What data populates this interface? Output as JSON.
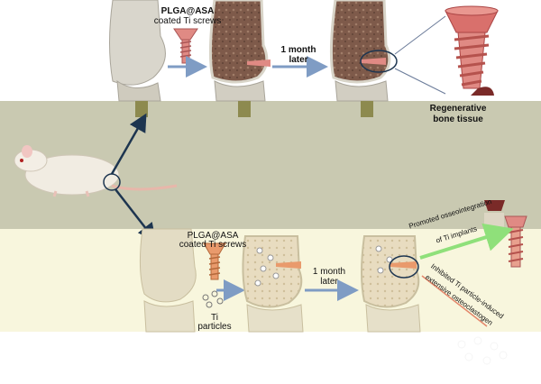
{
  "top_panel": {
    "coating_label_line1": "PLGA@ASA",
    "coating_label_line2": "coated Ti screws",
    "time_label_line1": "1 month",
    "time_label_line2": "later",
    "result_label_line1": "Regenerative",
    "result_label_line2": "bone tissue"
  },
  "bottom_panel": {
    "coating_label_line1": "PLGA@ASA",
    "coating_label_line2": "coated Ti screws",
    "particles_label_line1": "Ti",
    "particles_label_line2": "particles",
    "time_label_line1": "1 month",
    "time_label_line2": "later",
    "osseo_label_line1": "Promoted osseointegration",
    "osseo_label_line2": "of Ti implants",
    "osteoclasto_label_line1": "Inhibited Ti particle-induced",
    "osteoclasto_label_line2": "extensive osteoclastogen"
  },
  "colors": {
    "mid_band": "#c9c9b1",
    "bottom_band": "#f8f6dd",
    "bone_light": "#e3dcc4",
    "marrow": "#7e5a4a",
    "screw": "#e08a84",
    "arrow_blue": "#7f9cc4",
    "arrow_navy": "#1d3550",
    "arrow_green": "#8fe07a"
  }
}
